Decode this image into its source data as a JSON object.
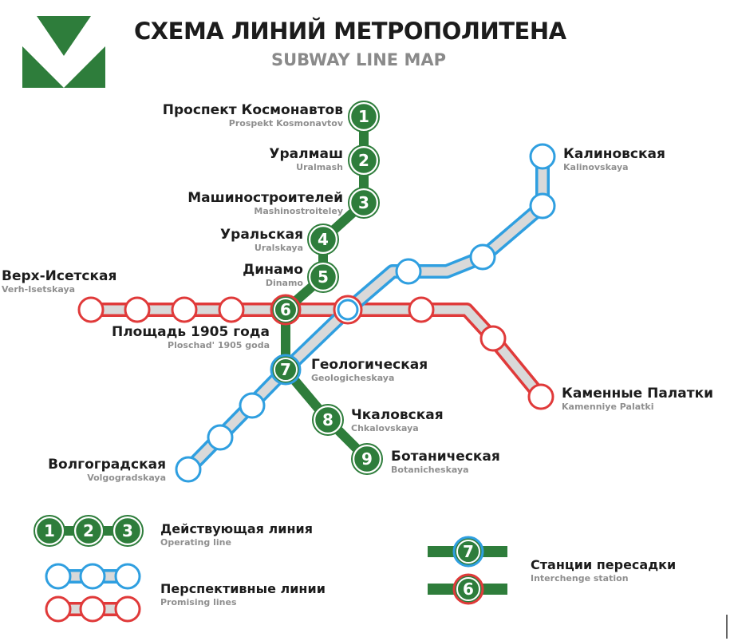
{
  "header": {
    "title": "СХЕМА ЛИНИЙ МЕТРОПОЛИТЕНА",
    "subtitle": "SUBWAY LINE MAP"
  },
  "colors": {
    "operating": "#2e7d3b",
    "promising_blue": "#2f9fe0",
    "promising_red": "#e03a3a",
    "track_gray": "#d9d9d9"
  },
  "stations": {
    "s1": {
      "number": "1",
      "ru": "Проспект Космонавтов",
      "en": "Prospekt Kosmonavtov"
    },
    "s2": {
      "number": "2",
      "ru": "Уралмаш",
      "en": "Uralmash"
    },
    "s3": {
      "number": "3",
      "ru": "Машиностроителей",
      "en": "Mashinostroiteley"
    },
    "s4": {
      "number": "4",
      "ru": "Уральская",
      "en": "Uralskaya"
    },
    "s5": {
      "number": "5",
      "ru": "Динамо",
      "en": "Dinamo"
    },
    "s6": {
      "number": "6",
      "ru": "Площадь 1905 года",
      "en": "Ploschad' 1905 goda"
    },
    "s7": {
      "number": "7",
      "ru": "Геологическая",
      "en": "Geologicheskaya"
    },
    "s8": {
      "number": "8",
      "ru": "Чкаловская",
      "en": "Chkalovskaya"
    },
    "s9": {
      "number": "9",
      "ru": "Ботаническая",
      "en": "Botanicheskaya"
    },
    "verkh": {
      "ru": "Верх-Исетская",
      "en": "Verh-Isetskaya"
    },
    "kalin": {
      "ru": "Калиновская",
      "en": "Kalinovskaya"
    },
    "kamen": {
      "ru": "Каменные Палатки",
      "en": "Kamenniye Palatki"
    },
    "volgo": {
      "ru": "Волгоградская",
      "en": "Volgogradskaya"
    }
  },
  "legend": {
    "operating_numbers": [
      "1",
      "2",
      "3"
    ],
    "operating_ru": "Действующая линия",
    "operating_en": "Operating line",
    "promising_ru": "Перспективные линии",
    "promising_en": "Promising lines",
    "interchange_numbers": [
      "7",
      "6"
    ],
    "interchange_ru": "Станции пересадки",
    "interchange_en": "Interchenge station"
  }
}
